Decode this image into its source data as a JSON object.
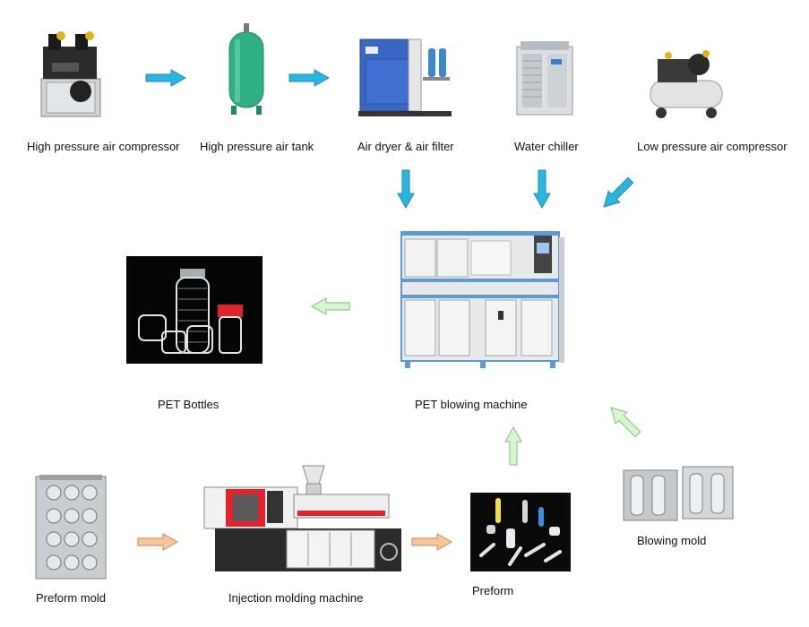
{
  "nodes": {
    "hp_compressor": "High pressure air compressor",
    "hp_tank": "High pressure air tank",
    "dryer": "Air dryer & air filter",
    "chiller": "Water chiller",
    "lp_compressor": "Low pressure air compressor",
    "blowing_machine": "PET blowing machine",
    "bottles": "PET Bottles",
    "preform_mold": "Preform mold",
    "injection": "Injection molding machine",
    "preform": "Preform",
    "blowing_mold": "Blowing mold"
  },
  "colors": {
    "blue_arrow": "#2ab4e0",
    "green_arrow": "#d8f5d0",
    "orange_arrow": "#f7c79a"
  }
}
